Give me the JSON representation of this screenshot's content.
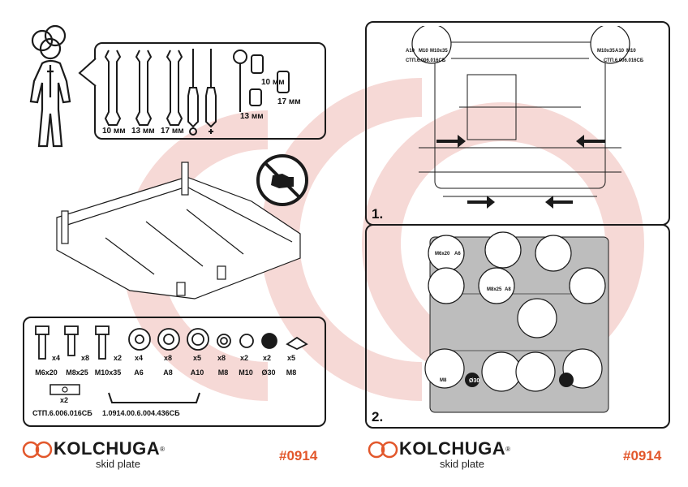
{
  "tools": {
    "wrenches": [
      "10 мм",
      "13 мм",
      "17 мм"
    ],
    "sockets": [
      "10 мм",
      "13 мм",
      "17 мм"
    ]
  },
  "parts": {
    "bolts": [
      {
        "qty": "x4",
        "name": "M6x20"
      },
      {
        "qty": "x8",
        "name": "M8x25"
      },
      {
        "qty": "x2",
        "name": "M10x35"
      }
    ],
    "washers": [
      {
        "qty": "x4",
        "name": "A6"
      },
      {
        "qty": "x8",
        "name": "A8"
      },
      {
        "qty": "x5",
        "name": "A10"
      },
      {
        "qty": "x8",
        "name": "M8"
      },
      {
        "qty": "x2",
        "name": "M10"
      },
      {
        "qty": "x2",
        "name": "Ø30"
      },
      {
        "qty": "x5",
        "name": "M8"
      }
    ],
    "bracket": {
      "qty": "x2",
      "name": "СТП.6.006.016СБ"
    },
    "rod": {
      "name": "1.0914.00.6.004.436СБ"
    }
  },
  "callouts": {
    "top_left": [
      "A10",
      "M10",
      "M10x35",
      "СТП.6.006.016СБ"
    ],
    "top_right": [
      "M10x35",
      "A10",
      "M10",
      "СТП.6.006.016СБ"
    ],
    "plate": [
      "M6x20",
      "A6",
      "M8x25",
      "A8",
      "M8",
      "Ø30"
    ]
  },
  "steps": [
    "1.",
    "2."
  ],
  "brand": {
    "name": "KOLCHUGA",
    "reg": "®",
    "sub": "skid plate",
    "code": "#0914"
  },
  "colors": {
    "accent": "#e2572b",
    "watermark": "#f6d9d6",
    "ink": "#1a1a1a"
  }
}
